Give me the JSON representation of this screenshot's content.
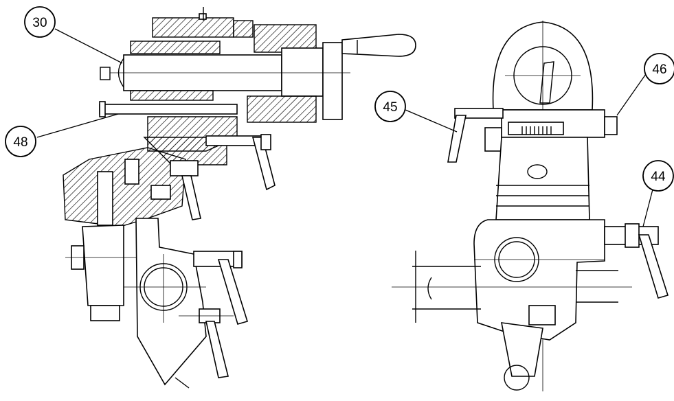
{
  "callouts": [
    {
      "id": "c30",
      "label": "30"
    },
    {
      "id": "c48",
      "label": "48"
    },
    {
      "id": "c45",
      "label": "45"
    },
    {
      "id": "c46",
      "label": "46"
    },
    {
      "id": "c44",
      "label": "44"
    }
  ]
}
